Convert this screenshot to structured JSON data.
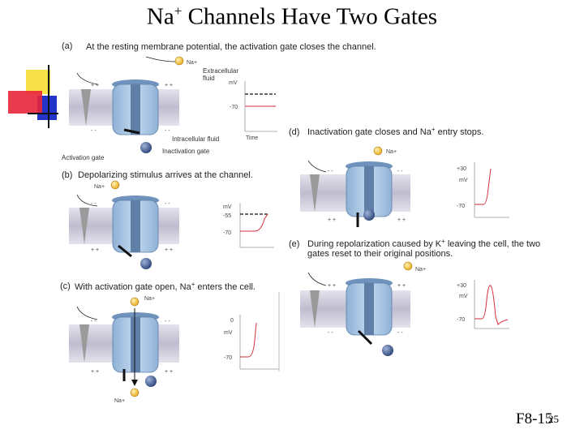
{
  "title": {
    "main": "Na",
    "sup": "+",
    "rest": " Channels Have Two Gates"
  },
  "panels": {
    "a": {
      "letter": "(a)",
      "caption": "At the resting membrane potential, the activation gate closes the channel.",
      "ion": "Na+",
      "labels": {
        "extracellular": "Extracellular",
        "fluid": "fluid",
        "intracellular": "Intracellular fluid",
        "activation_gate": "Activation gate",
        "inactivation_gate": "Inactivation gate"
      },
      "graph": {
        "ylabel": "mV",
        "tick": "-70",
        "xlabel": "Time"
      }
    },
    "b": {
      "letter": "(b)",
      "caption": "Depolarizing stimulus arrives at the channel.",
      "ion": "Na+",
      "graph": {
        "ylabel": "mV",
        "tick1": "-55",
        "tick2": "-70"
      }
    },
    "c": {
      "letter": "(c)",
      "caption": "With activation gate open, Na",
      "caption_sup": "+",
      "caption_end": " enters the cell.",
      "ion_top": "Na+",
      "ion_bottom": "Na+",
      "graph": {
        "tick1": "0",
        "ylabel": "mV",
        "tick2": "-70"
      }
    },
    "d": {
      "letter": "(d)",
      "caption": "Inactivation gate closes and Na",
      "caption_sup": "+",
      "caption_end": " entry stops.",
      "ion": "Na+",
      "graph": {
        "tick1": "+30",
        "ylabel": "mV",
        "tick2": "-70"
      }
    },
    "e": {
      "letter": "(e)",
      "caption": "During repolarization caused by K",
      "caption_sup": "+",
      "caption_end": " leaving the cell, the two",
      "caption2": "gates reset to their original positions.",
      "ion": "Na+",
      "graph": {
        "tick1": "+30",
        "ylabel": "mV",
        "tick2": "-70"
      }
    }
  },
  "membrane_charges": {
    "plus": "+ +",
    "minus": "- -"
  },
  "footer": {
    "figure": "F8-15",
    "page": "25"
  },
  "colors": {
    "membrane": "#c6c3d4",
    "channel": "#a9c6e3",
    "channel_dark": "#6f93bd",
    "ion": "#f2c230",
    "gate_ball": "#3f5a8e",
    "deco_yellow": "#f7e24a",
    "deco_red": "#e8253a",
    "deco_blue": "#2335c8",
    "graph_trace": "#d22e3c"
  }
}
